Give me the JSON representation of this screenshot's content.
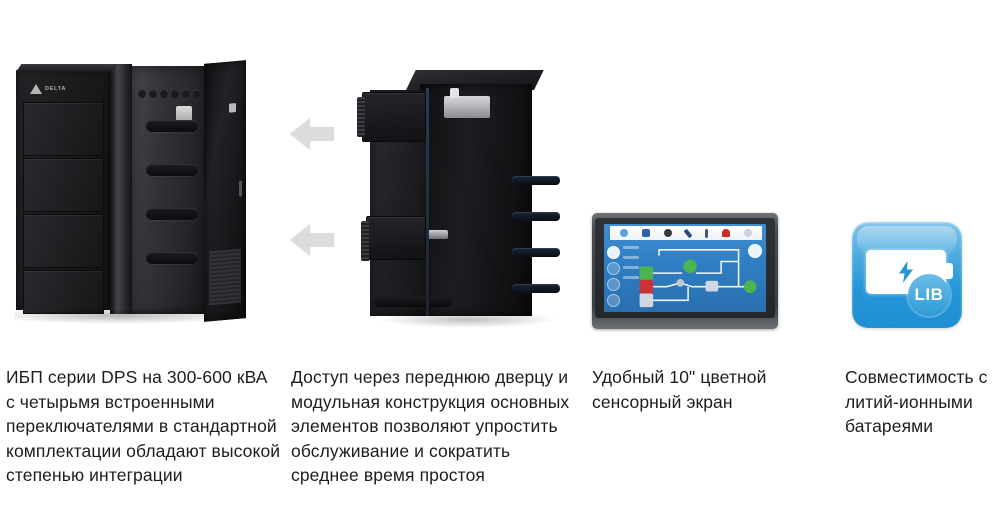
{
  "page": {
    "background_color": "#ffffff",
    "text_color": "#1d1d1d"
  },
  "features": [
    {
      "id": "ups-series-dps",
      "media_name": "ups-cabinet-open-door-photo",
      "brand_logo": "DELTA",
      "caption": "ИБП серии DPS на 300-600 кВА с четырьмя встроенными переключателями в стандартной комплектации обладают высокой степенью интеграции"
    },
    {
      "id": "front-access-modular",
      "media_name": "modular-cabinet-exploded-photo",
      "caption": "Доступ через переднюю дверцу и модульная конструкция основных элементов позволяют упростить обслуживание и сократить среднее время простоя"
    },
    {
      "id": "touch-screen",
      "media_name": "color-touch-panel-photo",
      "caption": "Удобный 10\" цветной сенсорный экран"
    },
    {
      "id": "lithium-ion-compatible",
      "media_name": "lithium-ion-battery-icon",
      "badge_label": "LIB",
      "caption": "Совместимость с литий-ионными батареями"
    }
  ],
  "icons": {
    "arrow_left_top": "arrow-left-icon",
    "arrow_left_bottom": "arrow-left-icon",
    "arrow_color": "#dcdcdc",
    "battery_bolt": "lightning-bolt-icon",
    "delta_triangle": "delta-triangle-icon"
  },
  "touch_panel": {
    "toolbar_icons": [
      {
        "name": "home-icon",
        "color": "#5aa0d8"
      },
      {
        "name": "monitor-icon",
        "color": "#2f5fa8"
      },
      {
        "name": "settings-gear-icon",
        "color": "#333a44"
      },
      {
        "name": "wrench-icon",
        "color": "#2a4d78"
      },
      {
        "name": "thermometer-icon",
        "color": "#4a5a70"
      },
      {
        "name": "alarm-bell-icon",
        "color": "#cf2a2a"
      },
      {
        "name": "logout-icon",
        "color": "#c9d4e0"
      }
    ],
    "sidebar_buttons": [
      {
        "name": "mute-icon",
        "active": true
      },
      {
        "name": "battery-icon",
        "active": false
      },
      {
        "name": "help-icon",
        "active": false
      },
      {
        "name": "info-icon",
        "active": false
      }
    ],
    "diagram_nodes": [
      {
        "name": "input-node",
        "color": "#4db848"
      },
      {
        "name": "bypass-node",
        "color": "#4db848"
      },
      {
        "name": "output-node",
        "color": "#4db848"
      },
      {
        "name": "battery-node",
        "color": "#d32f2f"
      },
      {
        "name": "rectifier-node",
        "color": "#d8dde6"
      },
      {
        "name": "inverter-node",
        "color": "#d8dde6"
      },
      {
        "name": "load-node",
        "color": "#d8dde6"
      }
    ],
    "line_color": "#ffffff",
    "screen_bg": "#2f7ec4"
  }
}
